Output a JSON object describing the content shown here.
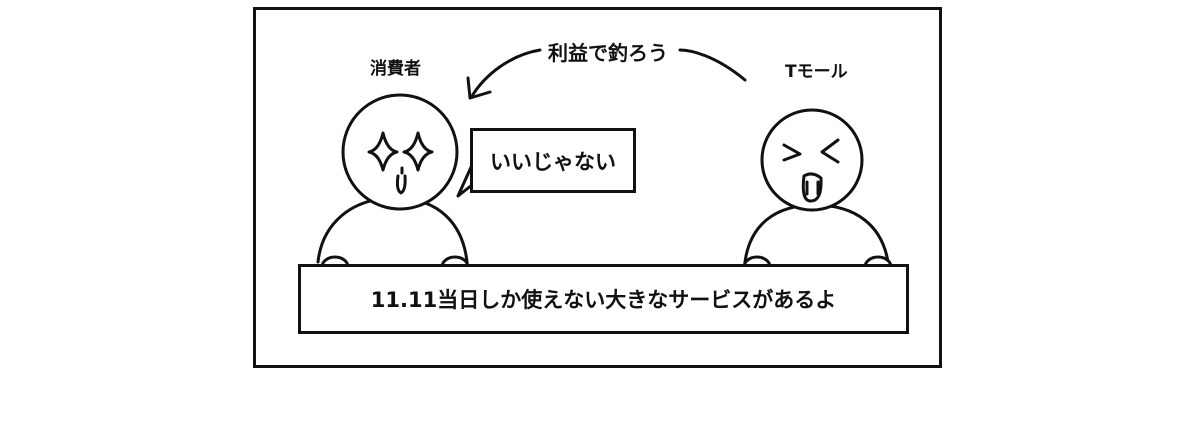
{
  "labels": {
    "consumer": "消費者",
    "tmall": "Tモール",
    "arrow_text": "利益で釣ろう"
  },
  "speech_bubble": {
    "text": "いいじゃない"
  },
  "sign": {
    "text": "11.11当日しか使えない大きなサービスがあるよ"
  },
  "colors": {
    "ink": "#111111",
    "background": "#ffffff"
  }
}
